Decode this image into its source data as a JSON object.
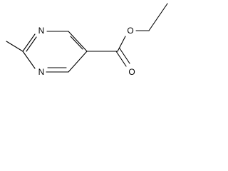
{
  "molecule": {
    "atom_labels": {
      "n_top": "N",
      "n_bottom": "N",
      "o_ester": "O",
      "o_carbonyl": "O"
    },
    "colors": {
      "bond": "#000000",
      "label": "#000000",
      "background": "#ffffff"
    }
  }
}
